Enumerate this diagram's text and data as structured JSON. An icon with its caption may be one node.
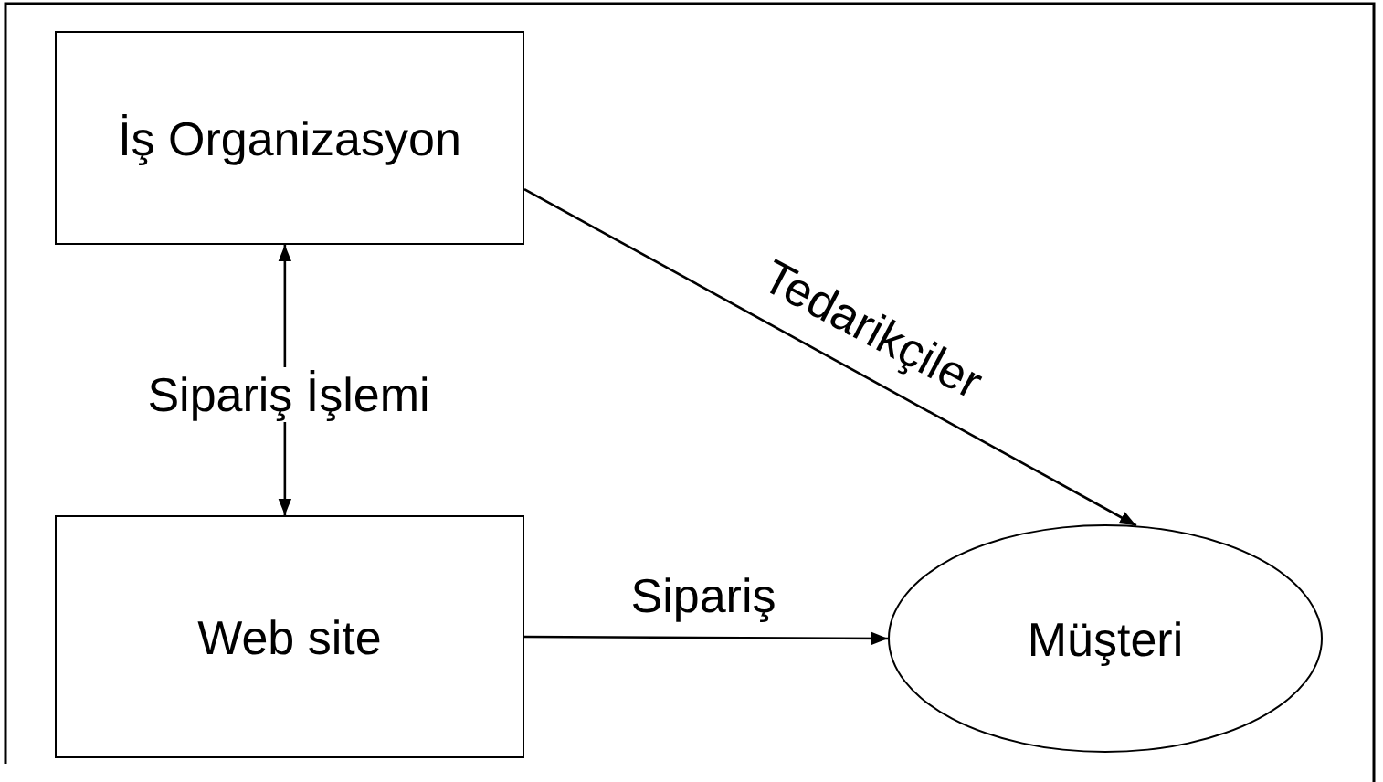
{
  "diagram": {
    "nodes": [
      {
        "text": [
          "İş Organizasyon"
        ]
      },
      {
        "text": [
          "Web site"
        ]
      },
      {
        "text": [
          "Müşteri"
        ]
      }
    ],
    "edges": [
      {
        "from": 0,
        "to": 1,
        "arrow": "both",
        "label": "Sipariş İşlemi"
      },
      {
        "from": 0,
        "to": 2,
        "arrow": "to",
        "label": "Tedarikçiler"
      },
      {
        "from": 1,
        "to": 2,
        "arrow": "to",
        "label": "Sipariş"
      }
    ]
  }
}
